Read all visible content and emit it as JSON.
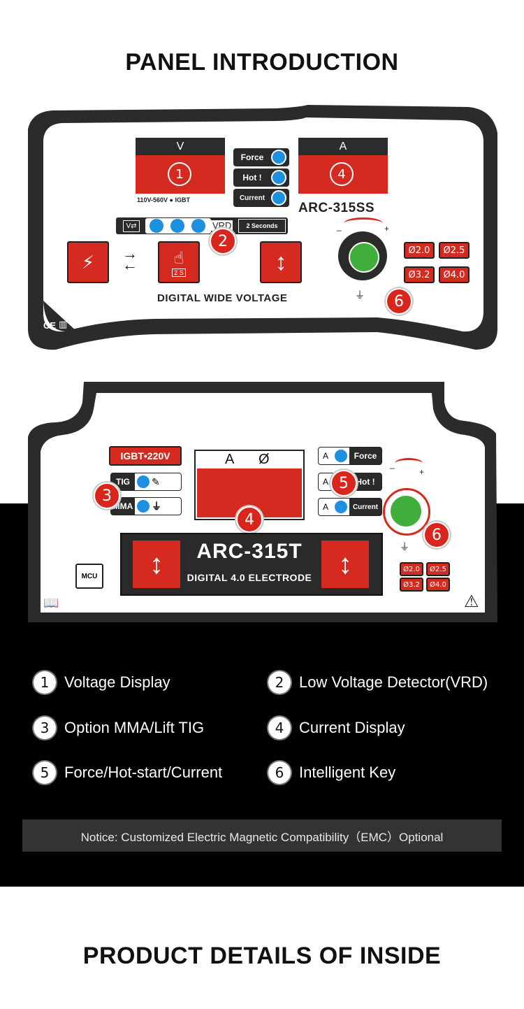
{
  "heading_top": "PANEL INTRODUCTION",
  "heading_bottom": "PRODUCT DETAILS OF INSIDE",
  "panel1": {
    "v_label": "V",
    "a_label": "A",
    "badge1": "1",
    "badge4": "4",
    "badge2": "2",
    "badge6": "6",
    "voltage_range": "110V-560V ● IGBT",
    "force": "Force",
    "hot": "Hot !",
    "current": "Current",
    "model": "ARC-315SS",
    "vrd": "VRD",
    "two_seconds": "2 Seconds",
    "two_s": "2 S",
    "minus": "–",
    "plus": "+",
    "electrodes": [
      "Ø2.0",
      "Ø2.5",
      "Ø3.2",
      "Ø4.0"
    ],
    "footer_text": "DIGITAL WIDE VOLTAGE",
    "ce": "CE"
  },
  "panel2": {
    "igbt": "IGBT•220V",
    "tig": "TIG",
    "mma": "MMA",
    "a_label": "A",
    "dia": "Ø",
    "badge3": "3",
    "badge4": "4",
    "badge5": "5",
    "badge6": "6",
    "force": "Force",
    "hot": "Hot !",
    "current": "Current",
    "a_small": "A",
    "model": "ARC-315T",
    "subtitle": "DIGITAL 4.0 ELECTRODE",
    "mcu": "MCU",
    "minus": "–",
    "plus": "+",
    "electrodes": [
      "Ø2.0",
      "Ø2.5",
      "Ø3.2",
      "Ø4.0"
    ]
  },
  "legend": [
    {
      "num": "1",
      "text": "Voltage Display"
    },
    {
      "num": "2",
      "text": "Low Voltage Detector(VRD)"
    },
    {
      "num": "3",
      "text": "Option MMA/Lift TIG"
    },
    {
      "num": "4",
      "text": "Current Display"
    },
    {
      "num": "5",
      "text": "Force/Hot-start/Current"
    },
    {
      "num": "6",
      "text": "Intelligent Key"
    }
  ],
  "notice": "Notice: Customized Electric Magnetic Compatibility（EMC）Optional",
  "colors": {
    "red": "#d42a1f",
    "blue": "#1e90e0",
    "green": "#3fae3a",
    "dark": "#2a2a2a"
  }
}
